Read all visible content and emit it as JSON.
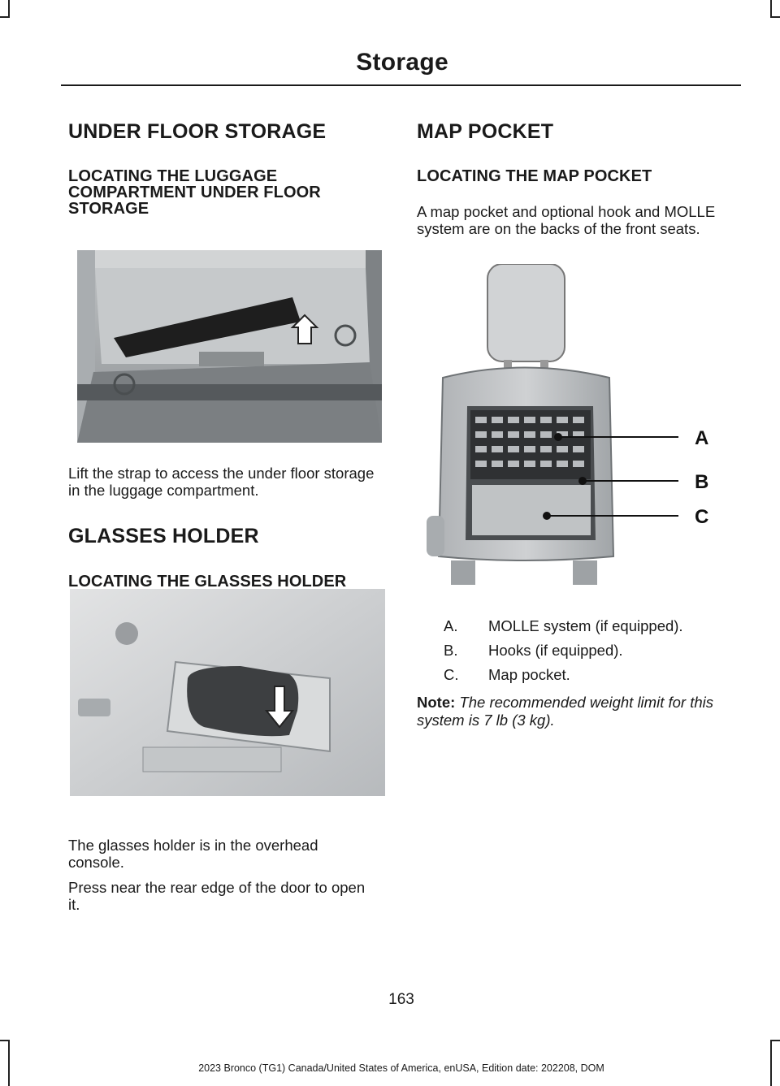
{
  "header": {
    "title": "Storage"
  },
  "left": {
    "section1": {
      "heading": "UNDER FLOOR STORAGE",
      "subheading": "LOCATING THE LUGGAGE COMPARTMENT UNDER FLOOR STORAGE",
      "body": "Lift the strap to access the under floor storage in the luggage compartment."
    },
    "section2": {
      "heading": "GLASSES HOLDER",
      "subheading": "LOCATING THE GLASSES HOLDER",
      "body1": "The glasses holder is in the overhead console.",
      "body2": "Press near the rear edge of the door to open it."
    }
  },
  "right": {
    "heading": "MAP POCKET",
    "subheading": "LOCATING THE MAP POCKET",
    "body": "A map pocket and optional hook and MOLLE system are on the backs of the front seats.",
    "callouts": [
      "A",
      "B",
      "C"
    ],
    "list": [
      {
        "letter": "A.",
        "text": "MOLLE system (if equipped)."
      },
      {
        "letter": "B.",
        "text": "Hooks (if equipped)."
      },
      {
        "letter": "C.",
        "text": "Map pocket."
      }
    ],
    "note_label": "Note:",
    "note_text": "The recommended weight limit for this system is 7 lb (3 kg)."
  },
  "page_number": "163",
  "footer": "2023 Bronco (TG1) Canada/United States of America, enUSA, Edition date: 202208, DOM"
}
